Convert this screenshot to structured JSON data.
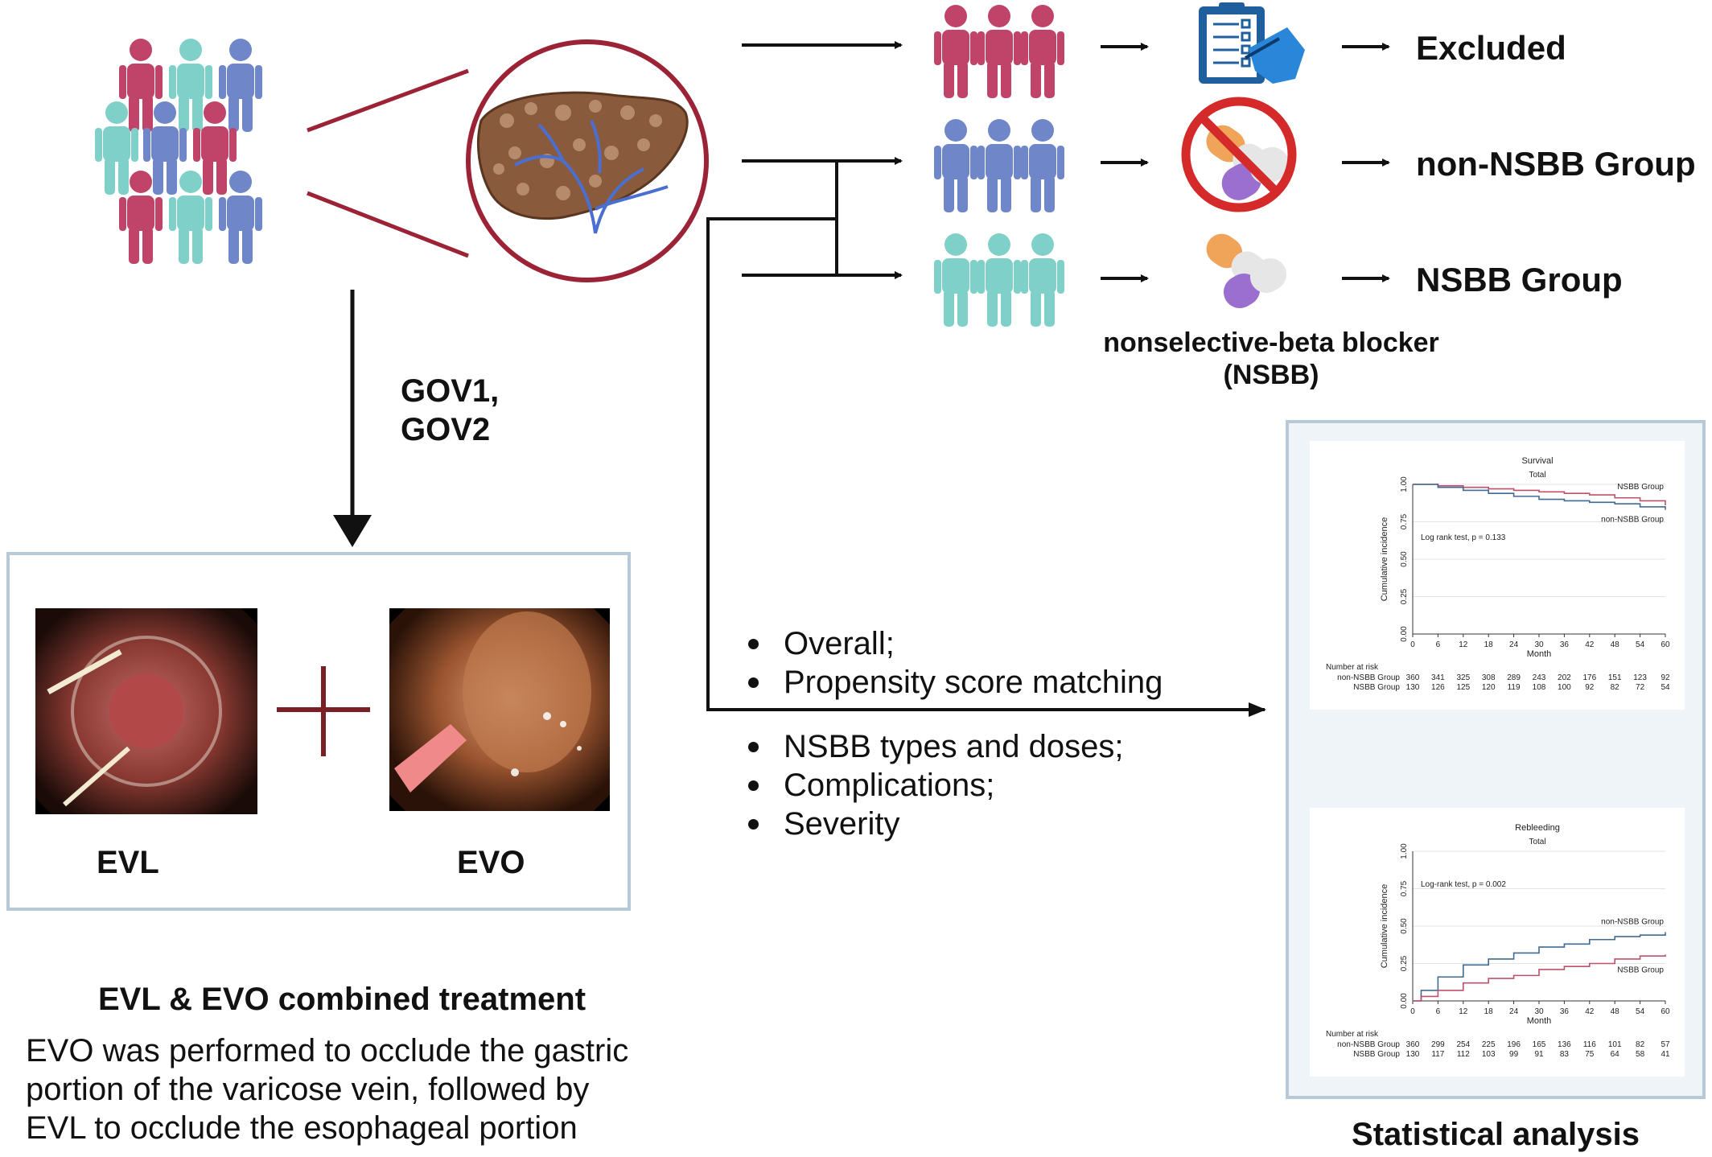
{
  "groups": {
    "excluded": "Excluded",
    "non_nsbb": "non-NSBB Group",
    "nsbb": "NSBB Group"
  },
  "drug": {
    "label_line1": "nonselective-beta blocker",
    "label_line2": "(NSBB)"
  },
  "gov": [
    "GOV1,",
    "GOV2"
  ],
  "analysis_bullets_1": [
    "Overall;",
    "Propensity score matching"
  ],
  "analysis_bullets_2": [
    "NSBB types and doses;",
    "Complications;",
    "Severity"
  ],
  "treatment": {
    "evl": "EVL",
    "evo": "EVO",
    "title": "EVL & EVO combined treatment",
    "description": [
      "EVO was performed to occlude the gastric",
      "portion of the varicose vein, followed by",
      "EVL to occlude the esophageal portion"
    ]
  },
  "statistical_analysis_title": "Statistical analysis",
  "colors": {
    "people_red": "#c0446a",
    "people_blue": "#6f86c8",
    "people_teal": "#7fd0c8",
    "liver_circle": "#9b2335",
    "curve_red": "#c0506a",
    "curve_blue": "#3e6a93",
    "clipboard": "#1f5f9e",
    "no_sign": "#d42a2a"
  },
  "chart_data": [
    {
      "type": "line",
      "title": "Survival",
      "subtitle": "Total",
      "xlabel": "Month",
      "ylabel": "Cumulative incidence",
      "x_ticks": [
        0,
        6,
        12,
        18,
        24,
        30,
        36,
        42,
        48,
        54,
        60
      ],
      "y_ticks": [
        "0.00",
        "0.25",
        "0.50",
        "0.75",
        "1.00"
      ],
      "xlim": [
        0,
        60
      ],
      "ylim": [
        0,
        1
      ],
      "annotation": "Log rank test, p = 0.133",
      "series": [
        {
          "name": "NSBB Group",
          "color": "#c0506a",
          "x": [
            0,
            6,
            12,
            18,
            24,
            30,
            36,
            42,
            48,
            54,
            60
          ],
          "y": [
            1.0,
            0.99,
            0.98,
            0.97,
            0.96,
            0.95,
            0.94,
            0.93,
            0.91,
            0.89,
            0.86
          ]
        },
        {
          "name": "non-NSBB Group",
          "color": "#3e6a93",
          "x": [
            0,
            6,
            12,
            18,
            24,
            30,
            36,
            42,
            48,
            54,
            60
          ],
          "y": [
            1.0,
            0.98,
            0.96,
            0.94,
            0.92,
            0.9,
            0.89,
            0.88,
            0.87,
            0.85,
            0.83
          ]
        }
      ],
      "risk_table": {
        "header": "Number at risk",
        "rows": [
          {
            "label": "non-NSBB Group",
            "values": [
              360,
              341,
              325,
              308,
              289,
              243,
              202,
              176,
              151,
              123,
              92
            ]
          },
          {
            "label": "NSBB Group",
            "values": [
              130,
              126,
              125,
              120,
              119,
              108,
              100,
              92,
              82,
              72,
              54
            ]
          }
        ]
      }
    },
    {
      "type": "line",
      "title": "Rebleeding",
      "subtitle": "Total",
      "xlabel": "Month",
      "ylabel": "Cumulative incidence",
      "x_ticks": [
        0,
        6,
        12,
        18,
        24,
        30,
        36,
        42,
        48,
        54,
        60
      ],
      "y_ticks": [
        "0.00",
        "0.25",
        "0.50",
        "0.75",
        "1.00"
      ],
      "xlim": [
        0,
        60
      ],
      "ylim": [
        0,
        1
      ],
      "annotation": "Log-rank test, p = 0.002",
      "series": [
        {
          "name": "non-NSBB Group",
          "color": "#3e6a93",
          "x": [
            0,
            2,
            6,
            12,
            18,
            24,
            30,
            36,
            42,
            48,
            54,
            60
          ],
          "y": [
            0.0,
            0.07,
            0.16,
            0.24,
            0.28,
            0.32,
            0.36,
            0.38,
            0.41,
            0.43,
            0.44,
            0.46
          ]
        },
        {
          "name": "NSBB Group",
          "color": "#c0506a",
          "x": [
            0,
            2,
            6,
            12,
            18,
            24,
            30,
            36,
            42,
            48,
            54,
            60
          ],
          "y": [
            0.0,
            0.03,
            0.07,
            0.12,
            0.15,
            0.17,
            0.21,
            0.23,
            0.25,
            0.28,
            0.3,
            0.31
          ]
        }
      ],
      "risk_table": {
        "header": "Number at risk",
        "rows": [
          {
            "label": "non-NSBB Group",
            "values": [
              360,
              299,
              254,
              225,
              196,
              165,
              136,
              116,
              101,
              82,
              57
            ]
          },
          {
            "label": "NSBB Group",
            "values": [
              130,
              117,
              112,
              103,
              99,
              91,
              83,
              75,
              64,
              58,
              41
            ]
          }
        ]
      }
    }
  ]
}
